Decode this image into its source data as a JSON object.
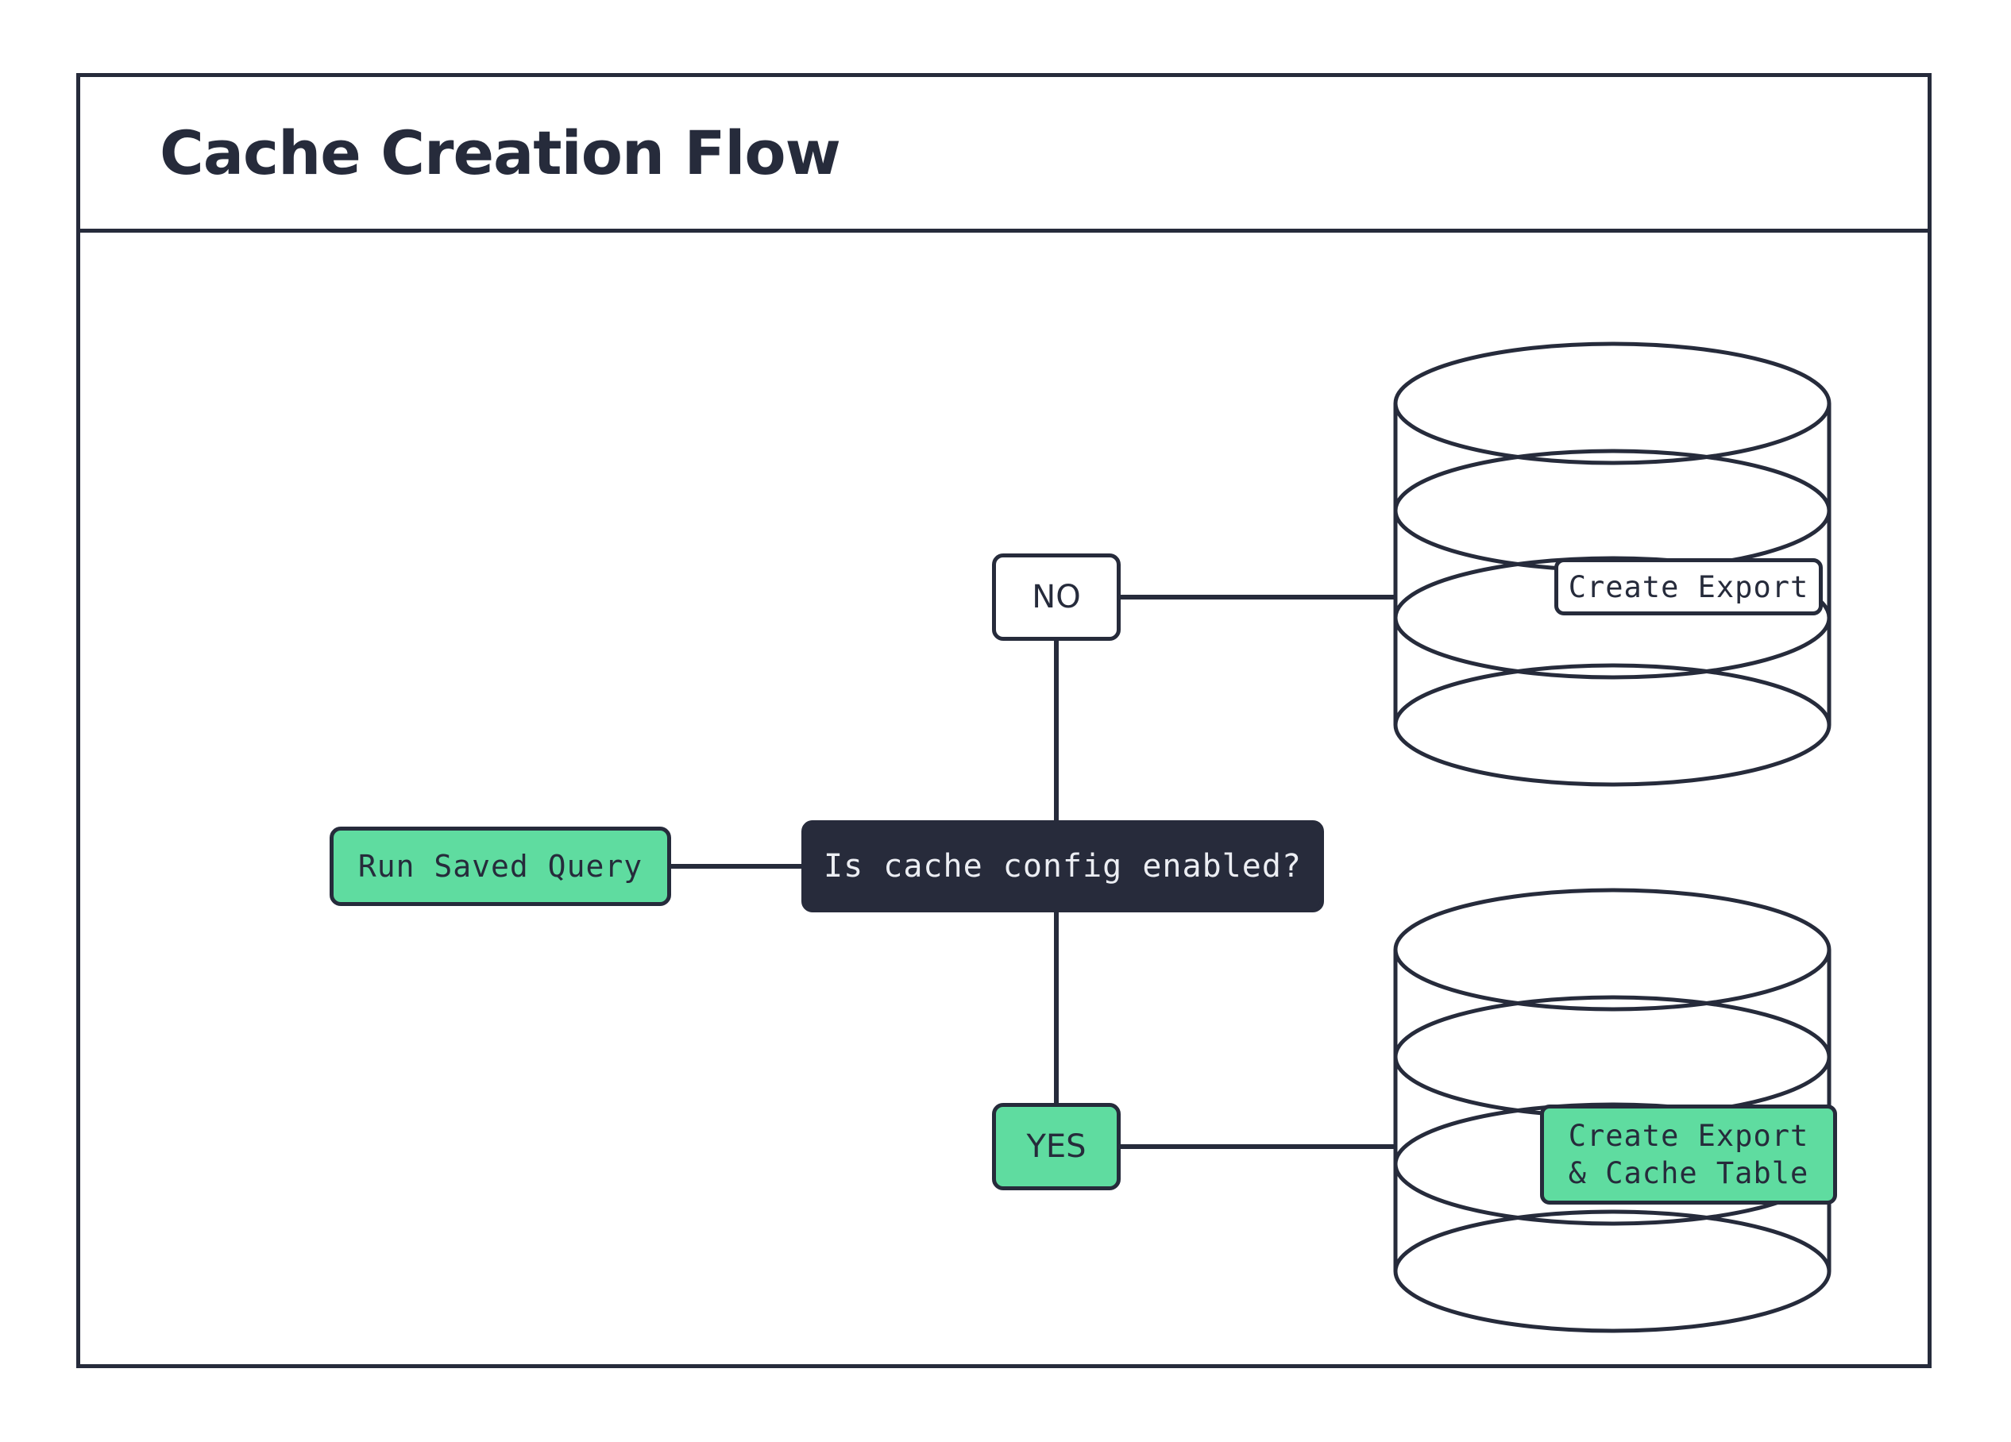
{
  "diagram": {
    "title": "Cache Creation Flow",
    "type": "flowchart",
    "nodes": [
      {
        "id": "run-saved-query",
        "label": "Run Saved Query",
        "shape": "rounded-rect",
        "fill": "#5fdca0",
        "text_color": "#262b3b"
      },
      {
        "id": "decision",
        "label": "Is cache config enabled?",
        "shape": "rounded-rect",
        "fill": "#272b3b",
        "text_color": "#eceef3"
      },
      {
        "id": "branch-no",
        "label": "NO",
        "shape": "rounded-rect",
        "fill": "#ffffff",
        "text_color": "#262b3b"
      },
      {
        "id": "branch-yes",
        "label": "YES",
        "shape": "rounded-rect",
        "fill": "#5fdca0",
        "text_color": "#262b3b"
      },
      {
        "id": "database-export",
        "label": "Create Export",
        "shape": "cylinder-label",
        "fill": "#ffffff",
        "text_color": "#262b3b"
      },
      {
        "id": "database-export-cache",
        "label": "Create Export\n& Cache Table",
        "shape": "cylinder-label",
        "fill": "#5fdca0",
        "text_color": "#262b3b"
      }
    ],
    "edges": [
      {
        "from": "run-saved-query",
        "to": "decision",
        "label": ""
      },
      {
        "from": "decision",
        "to": "branch-no",
        "label": "NO"
      },
      {
        "from": "decision",
        "to": "branch-yes",
        "label": "YES"
      },
      {
        "from": "branch-no",
        "to": "database-export",
        "label": ""
      },
      {
        "from": "branch-yes",
        "to": "database-export-cache",
        "label": ""
      }
    ],
    "colors": {
      "stroke": "#262b3b",
      "accent_green": "#5fdca0",
      "dark_fill": "#272b3b",
      "light_text": "#eceef3",
      "background": "#ffffff"
    }
  }
}
